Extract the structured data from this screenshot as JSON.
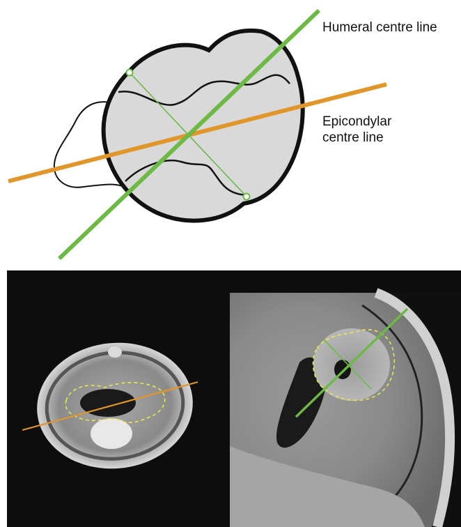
{
  "labels": {
    "humeral": "Humeral centre line",
    "epicondylar_line1": "Epicondylar",
    "epicondylar_line2": "centre line"
  },
  "colors": {
    "humeral_line": "#6cba45",
    "epicondylar_line": "#e0962a",
    "bone_fill": "#d9d9d9",
    "outline": "#111111",
    "mri_background": "#0d0d0d",
    "contour": "#e9e84a"
  },
  "panels": {
    "top": "schematic-cross-section",
    "bottom_left": "axial-mri-epicondylar",
    "bottom_right": "axial-mri-humeral-head"
  }
}
